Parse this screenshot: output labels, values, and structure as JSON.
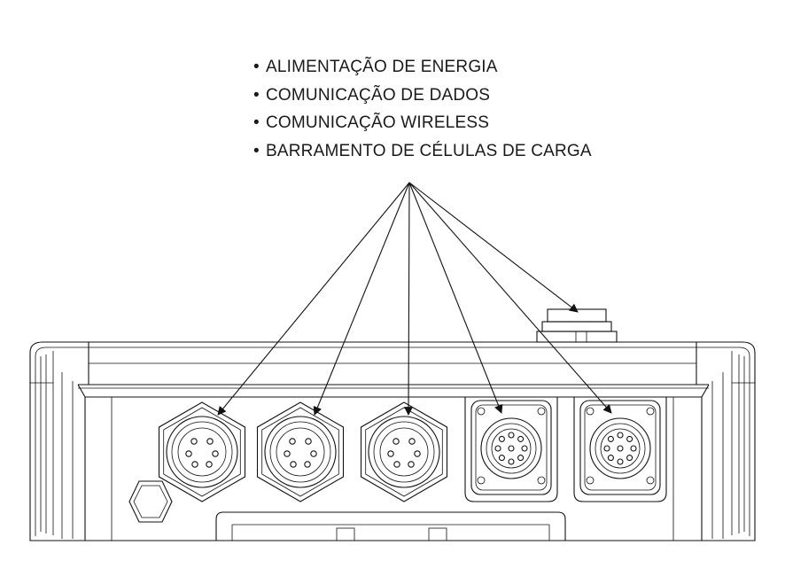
{
  "legend": {
    "items": [
      "ALIMENTAÇÃO DE ENERGIA",
      "COMUNICAÇÃO DE DADOS",
      "COMUNICAÇÃO WIRELESS",
      "BARRAMENTO DE CÉLULAS DE CARGA"
    ],
    "bullet": "•"
  },
  "connectors": [
    {
      "id": "connector-1",
      "type": "hex-female-6pin"
    },
    {
      "id": "connector-2",
      "type": "hex-female-6pin"
    },
    {
      "id": "connector-3",
      "type": "hex-female-6pin"
    },
    {
      "id": "connector-4",
      "type": "square-flange-8pin"
    },
    {
      "id": "connector-5",
      "type": "square-flange-8pin"
    }
  ],
  "colors": {
    "line": "#111111",
    "background": "#ffffff"
  }
}
